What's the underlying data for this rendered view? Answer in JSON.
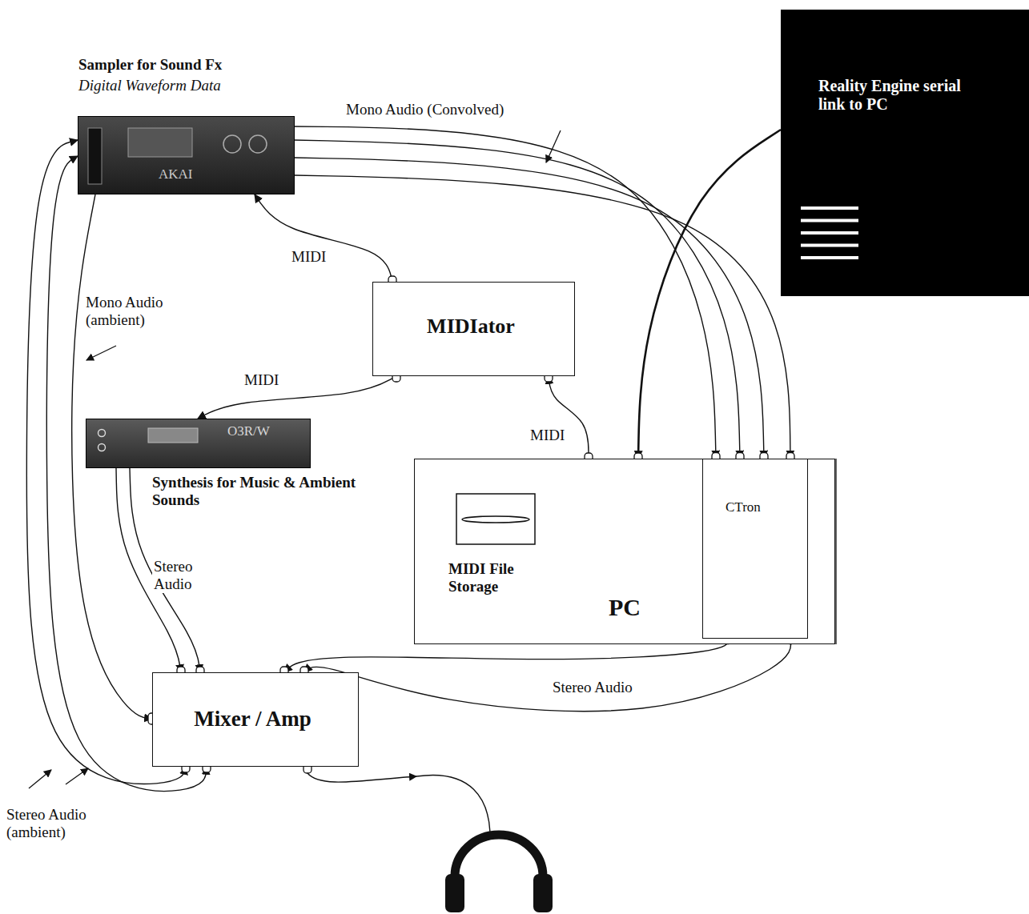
{
  "diagram": {
    "nodes": [
      {
        "text": [
          "Sampler for Sound Fx",
          "Digital Waveform Data",
          "AKAI"
        ]
      },
      {
        "text": [
          "Reality Engine serial link to PC"
        ]
      },
      {
        "text": [
          "MIDIator"
        ]
      },
      {
        "text": [
          "O3R/W",
          "Synthesis for Music & Ambient Sounds"
        ]
      },
      {
        "text": [
          "MIDI File Storage",
          "PC"
        ]
      },
      {
        "text": [
          "CTron"
        ],
        "in": 4
      },
      {
        "text": [
          "Mixer / Amp"
        ]
      }
    ],
    "edges": [
      {
        "from": 0,
        "to": 5,
        "arrow": "to",
        "label": "Mono Audio (Convolved)"
      },
      {
        "from": 0,
        "to": 5,
        "arrow": "to"
      },
      {
        "from": 0,
        "to": 5,
        "arrow": "to"
      },
      {
        "from": 0,
        "to": 5,
        "arrow": "to"
      },
      {
        "from": 1,
        "to": 4,
        "arrow": "to"
      },
      {
        "from": 2,
        "to": 0,
        "arrow": "to",
        "label": "MIDI"
      },
      {
        "from": 2,
        "to": 3,
        "arrow": "to",
        "label": "MIDI"
      },
      {
        "from": 4,
        "to": 2,
        "arrow": "to",
        "label": "MIDI"
      },
      {
        "from": 3,
        "to": 6,
        "arrow": "to",
        "label": "Stereo Audio"
      },
      {
        "from": 3,
        "to": 6,
        "arrow": "to"
      },
      {
        "from": 5,
        "to": 6,
        "arrow": "to",
        "label": "Stereo Audio"
      },
      {
        "from": 5,
        "to": 6,
        "arrow": "to"
      },
      {
        "from": 0,
        "to": 6,
        "arrow": "to",
        "label": "Mono Audio (ambient)"
      },
      {
        "from": 0,
        "to": 6,
        "arrow": "both",
        "label": "Stereo Audio (ambient)"
      },
      {
        "from": 0,
        "to": 6,
        "arrow": "both"
      }
    ]
  }
}
